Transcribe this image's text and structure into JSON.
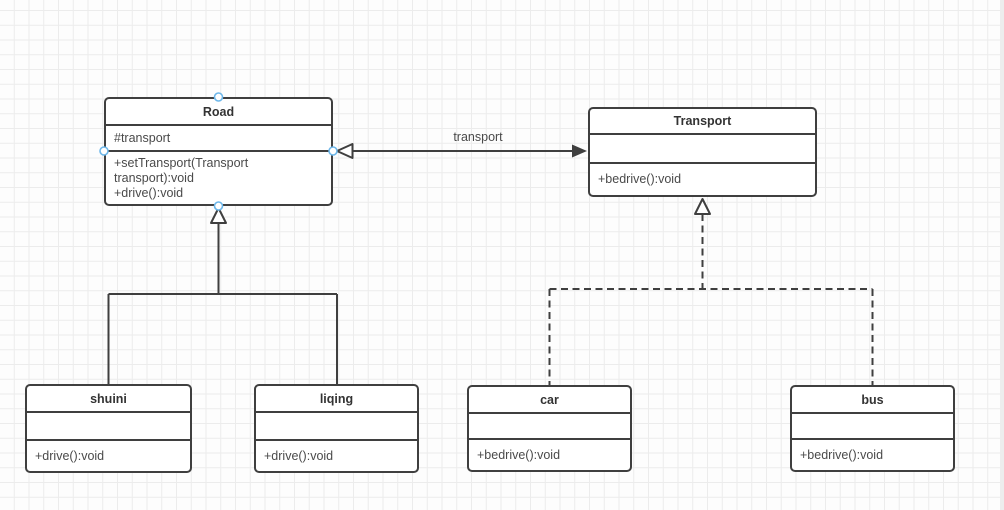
{
  "diagram": {
    "classes": [
      {
        "name": "Road",
        "attributes": [
          "#transport"
        ],
        "methods": [
          "+setTransport(Transport transport):void",
          "+drive():void"
        ],
        "selected": true
      },
      {
        "name": "Transport",
        "attributes": [],
        "methods": [
          "+bedrive():void"
        ]
      },
      {
        "name": "shuini",
        "attributes": [],
        "methods": [
          "+drive():void"
        ]
      },
      {
        "name": "liqing",
        "attributes": [],
        "methods": [
          "+drive():void"
        ]
      },
      {
        "name": "car",
        "attributes": [],
        "methods": [
          "+bedrive():void"
        ]
      },
      {
        "name": "bus",
        "attributes": [],
        "methods": [
          "+bedrive():void"
        ]
      }
    ],
    "relationships": [
      {
        "type": "association",
        "label": "transport",
        "from": "Road",
        "to": "Transport",
        "line": "solid",
        "from_end": "hollow-triangle",
        "to_end": "filled-arrow"
      },
      {
        "type": "generalization",
        "from": "shuini",
        "to": "Road",
        "line": "solid",
        "to_end": "hollow-triangle"
      },
      {
        "type": "generalization",
        "from": "liqing",
        "to": "Road",
        "line": "solid",
        "to_end": "hollow-triangle"
      },
      {
        "type": "realization",
        "from": "car",
        "to": "Transport",
        "line": "dashed",
        "to_end": "hollow-triangle"
      },
      {
        "type": "realization",
        "from": "bus",
        "to": "Transport",
        "line": "dashed",
        "to_end": "hollow-triangle"
      }
    ],
    "colors": {
      "box_border": "#3f3f3f",
      "box_fill": "#ffffff",
      "title_text": "#333333",
      "member_text": "#4a4a4a",
      "connector": "#3f3f3f",
      "grid_line": "#ececec",
      "canvas_bg": "#fdfdfd",
      "handle_stroke": "#6db7ea",
      "handle_fill": "#ffffff"
    }
  }
}
